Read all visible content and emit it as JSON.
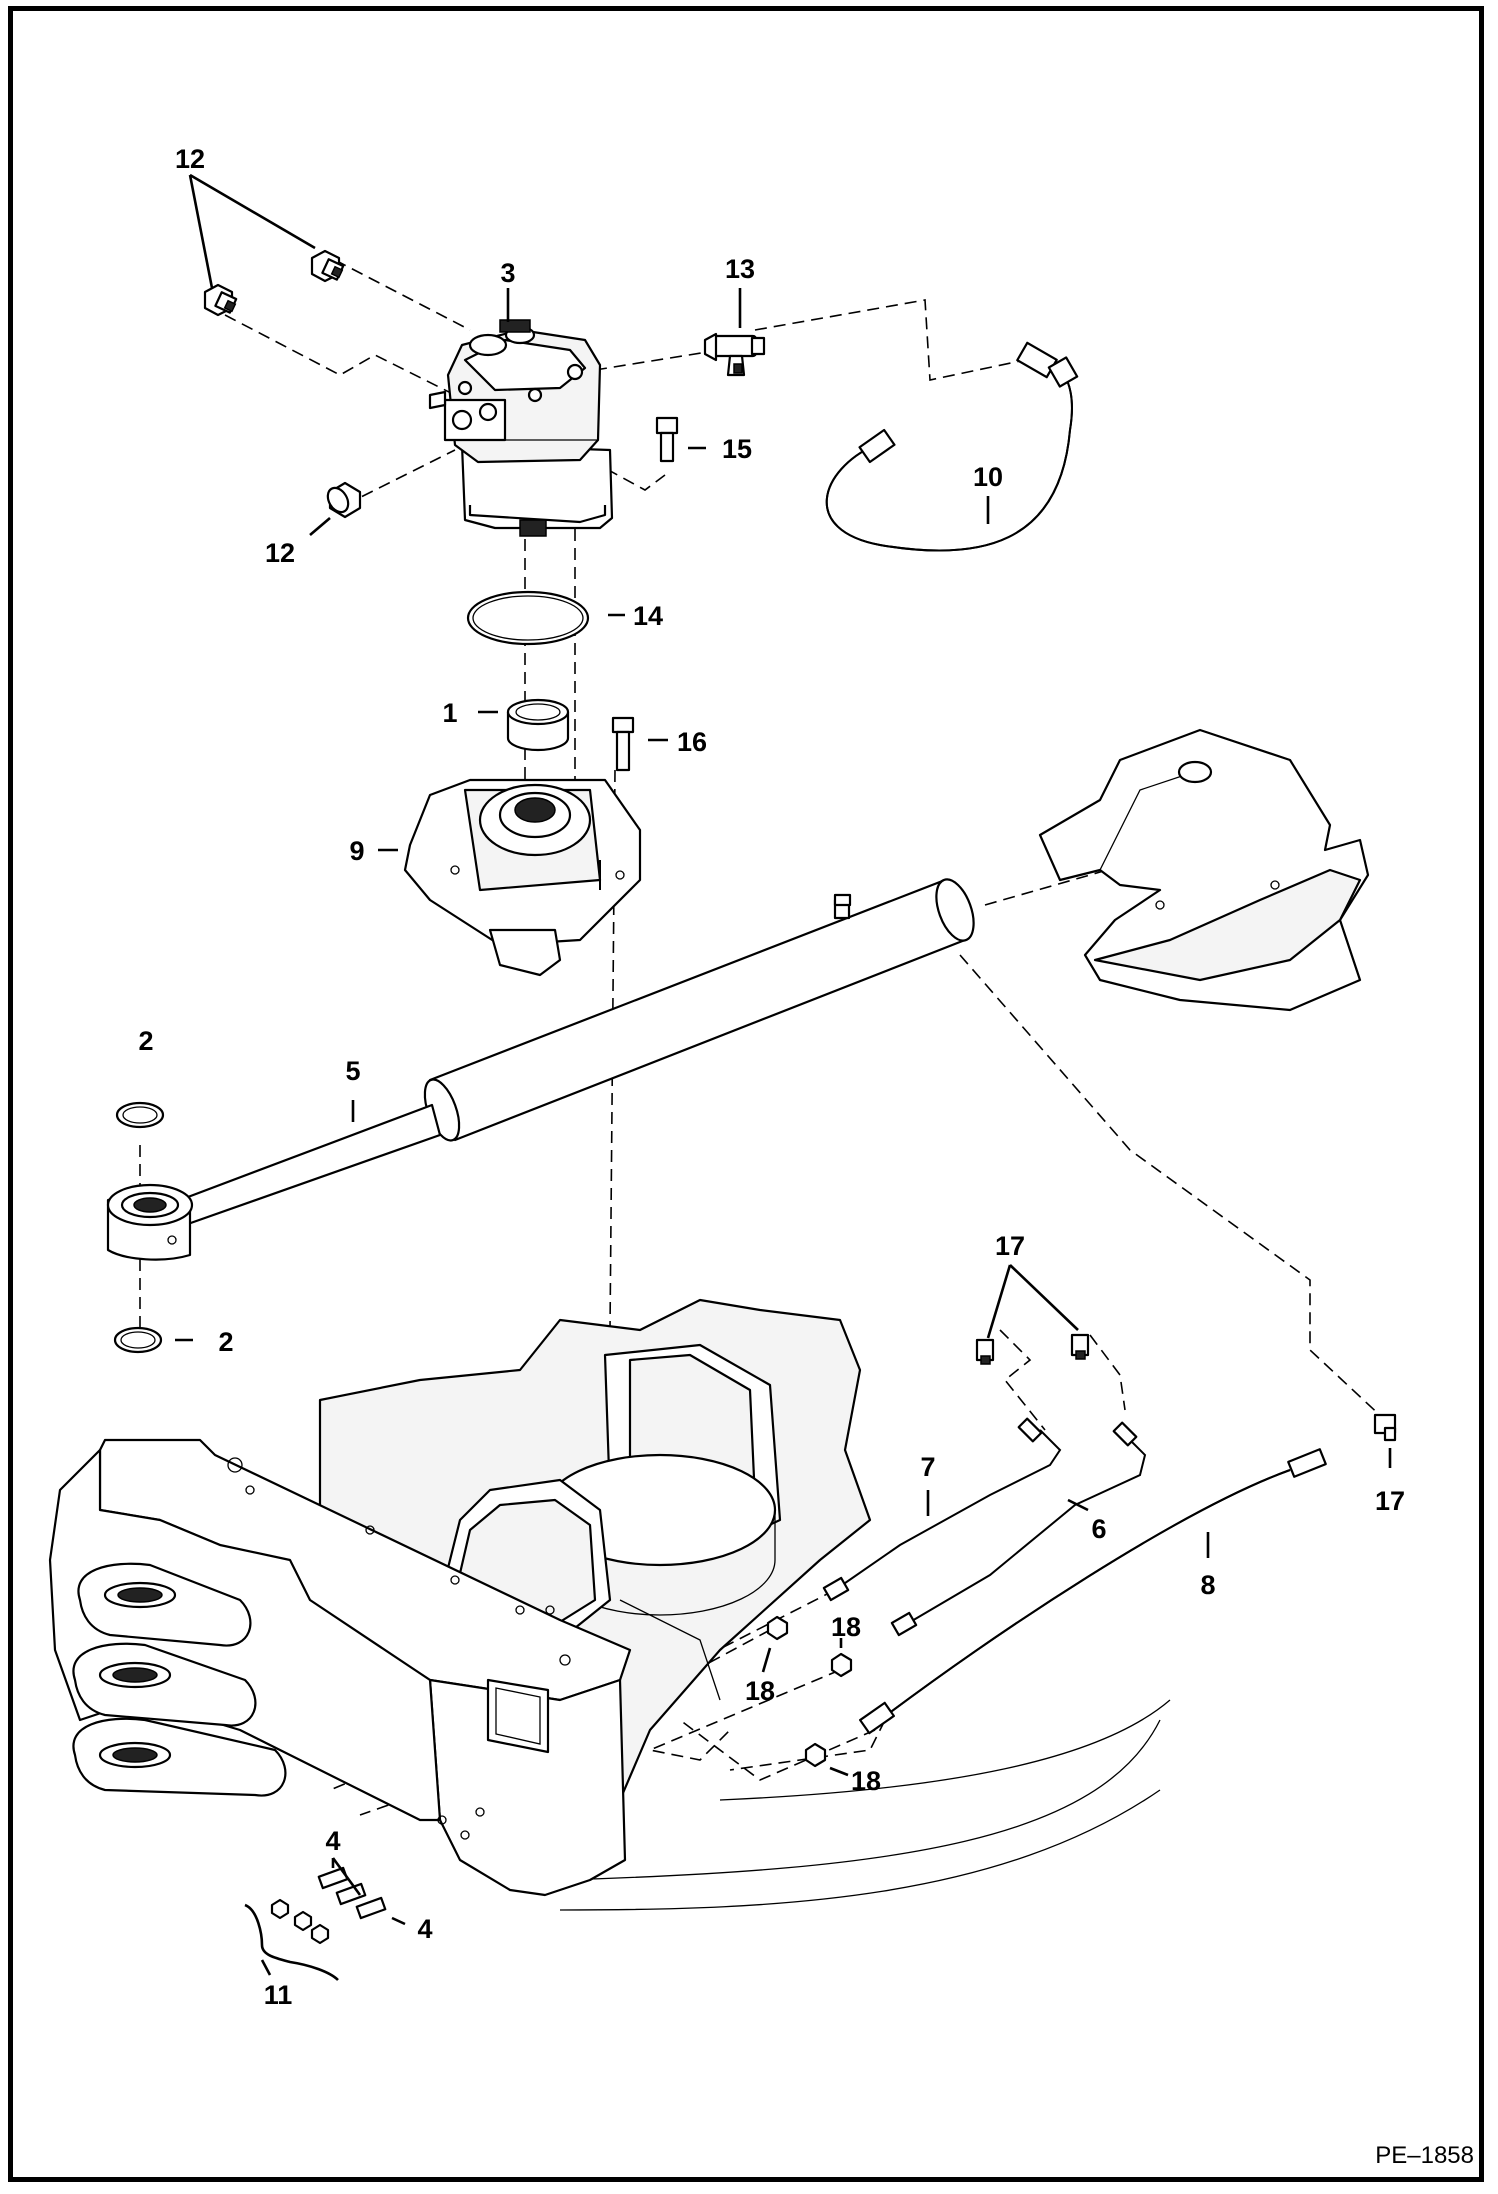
{
  "diagram": {
    "doc_id": "PE–1858",
    "callouts": {
      "c12a": "12",
      "c12b": "12",
      "c3": "3",
      "c13": "13",
      "c15": "15",
      "c10": "10",
      "c14": "14",
      "c1": "1",
      "c16": "16",
      "c9": "9",
      "c2a": "2",
      "c2b": "2",
      "c5": "5",
      "c17a": "17",
      "c17b": "17",
      "c7": "7",
      "c6": "6",
      "c8": "8",
      "c18a": "18",
      "c18b": "18",
      "c18c": "18",
      "c4a": "4",
      "c4b": "4",
      "c11": "11"
    }
  }
}
